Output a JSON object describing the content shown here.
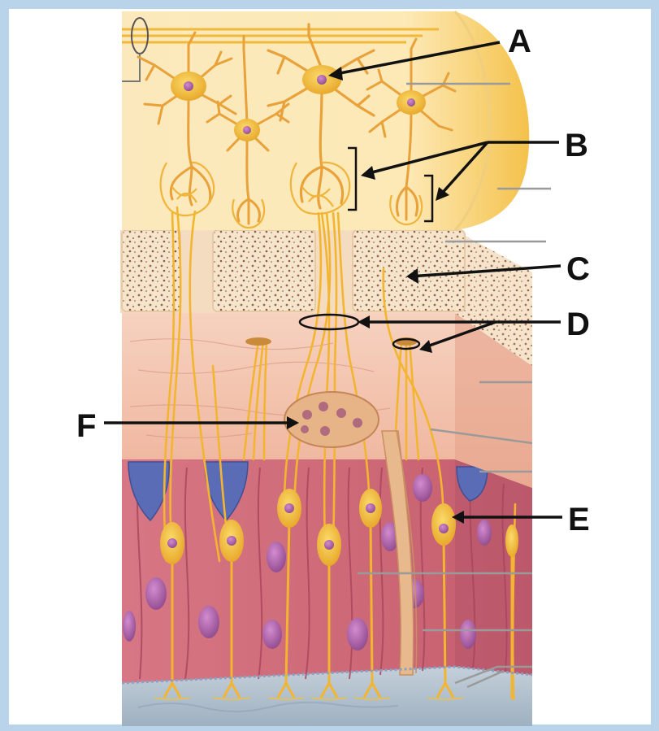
{
  "labels": {
    "a": "A",
    "b": "B",
    "c": "C",
    "d": "D",
    "e": "E",
    "f": "F"
  },
  "colors": {
    "frame": "#b9d3ea",
    "bulb": "#fbe7b4",
    "bulb_edge": "#f1c24a",
    "nerve": "#f3b52f",
    "neuron": "#e9a13a",
    "bone": "#f6e8cf",
    "bone_speck": "#9b6a4e",
    "lamina": "#f2c2a8",
    "epithelium": "#cf6d7a",
    "support_cell": "#c05a6c",
    "nucleus": "#a0529a",
    "basal_cell": "#5a6bb4",
    "mucus": "#b9c5cf",
    "arrow": "#111111",
    "leader": "#9a9a9a"
  }
}
